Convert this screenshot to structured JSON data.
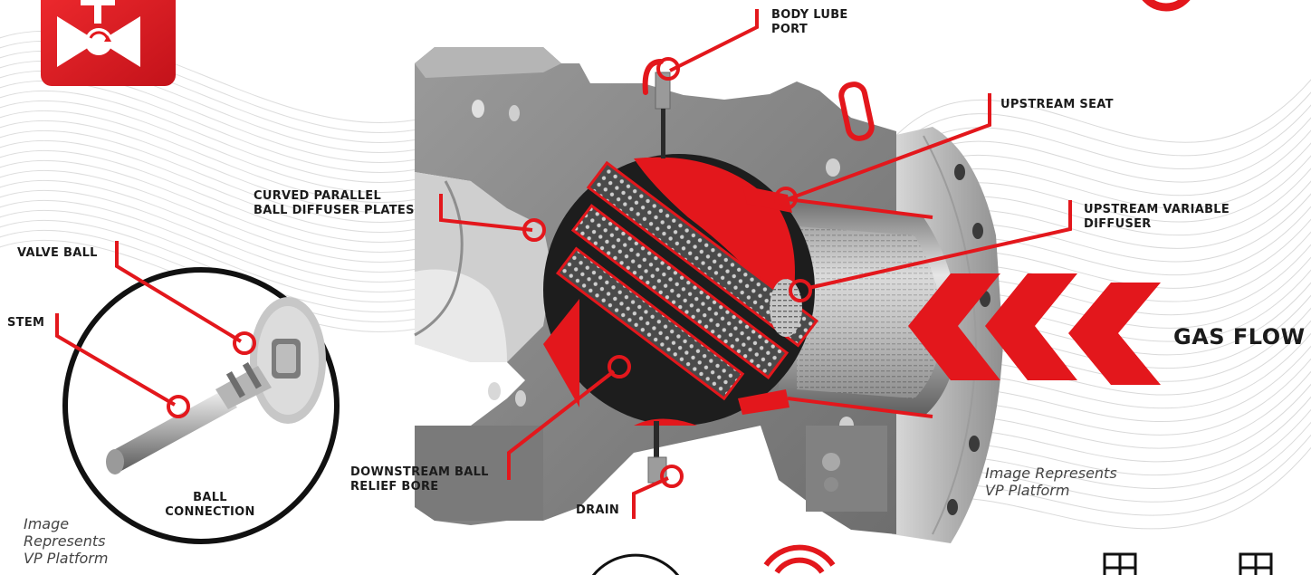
{
  "labels": {
    "body_lube_port": [
      "BODY LUBE",
      "PORT"
    ],
    "upstream_seat": "UPSTREAM SEAT",
    "curved_diffuser_plates": [
      "CURVED PARALLEL",
      "BALL DIFFUSER PLATES"
    ],
    "upstream_variable_diffuser": [
      "UPSTREAM VARIABLE",
      "DIFFUSER"
    ],
    "valve_ball": "VALVE BALL",
    "stem": "STEM",
    "gas_flow": "GAS FLOW",
    "downstream_relief_bore": [
      "DOWNSTREAM BALL",
      "RELIEF BORE"
    ],
    "drain": "DRAIN",
    "ball_connection": [
      "BALL",
      "CONNECTION"
    ]
  },
  "captions": {
    "main": [
      "Image Represents",
      "VP  Platform"
    ],
    "inset": [
      "Image",
      "Represents",
      "VP  Platform"
    ]
  },
  "colors": {
    "accent": "#e3171c",
    "body_gray": "#8a8a8a",
    "text": "#1b1b1b"
  },
  "icons": {
    "logo": "valve-icon",
    "bottom": [
      "circle-icon",
      "wifi-signal-icon",
      "window-icon",
      "window-icon"
    ]
  }
}
